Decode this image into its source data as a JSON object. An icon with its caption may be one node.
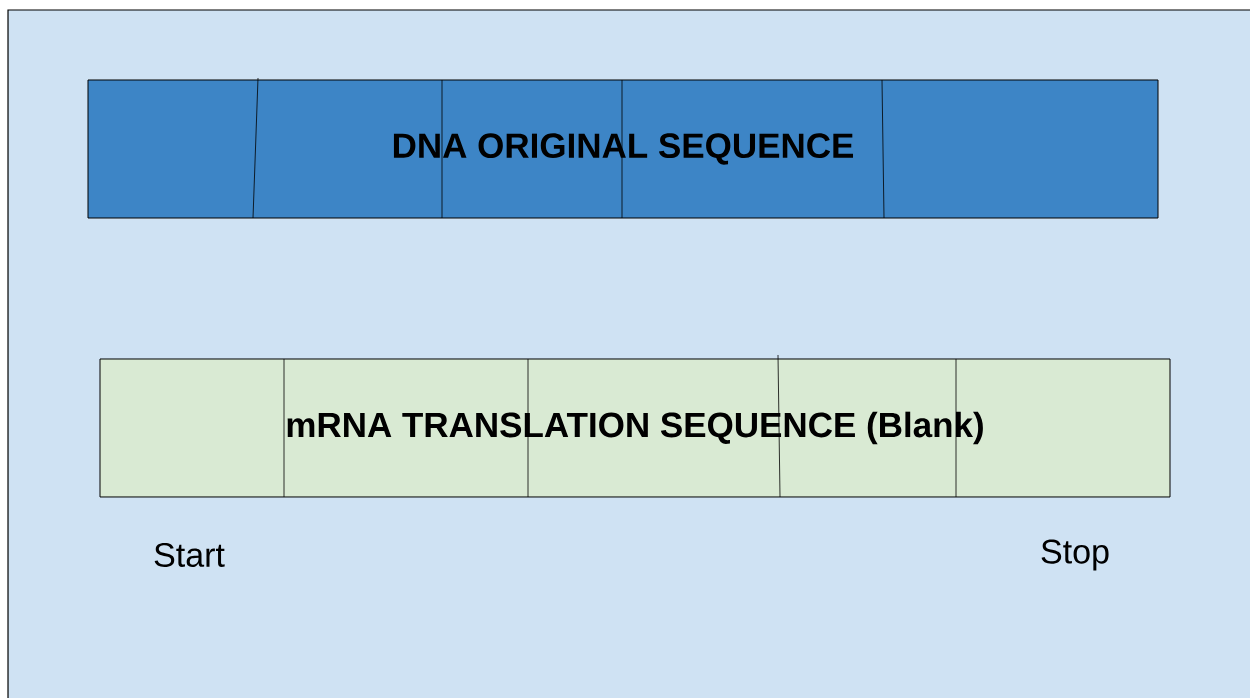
{
  "diagram": {
    "nodes": [
      {
        "text": [
          "DNA ORIGINAL SEQUENCE"
        ]
      },
      {
        "text": [
          "mRNA TRANSLATION SEQUENCE (Blank)"
        ]
      }
    ],
    "labels": [
      "Start",
      "Stop"
    ]
  }
}
